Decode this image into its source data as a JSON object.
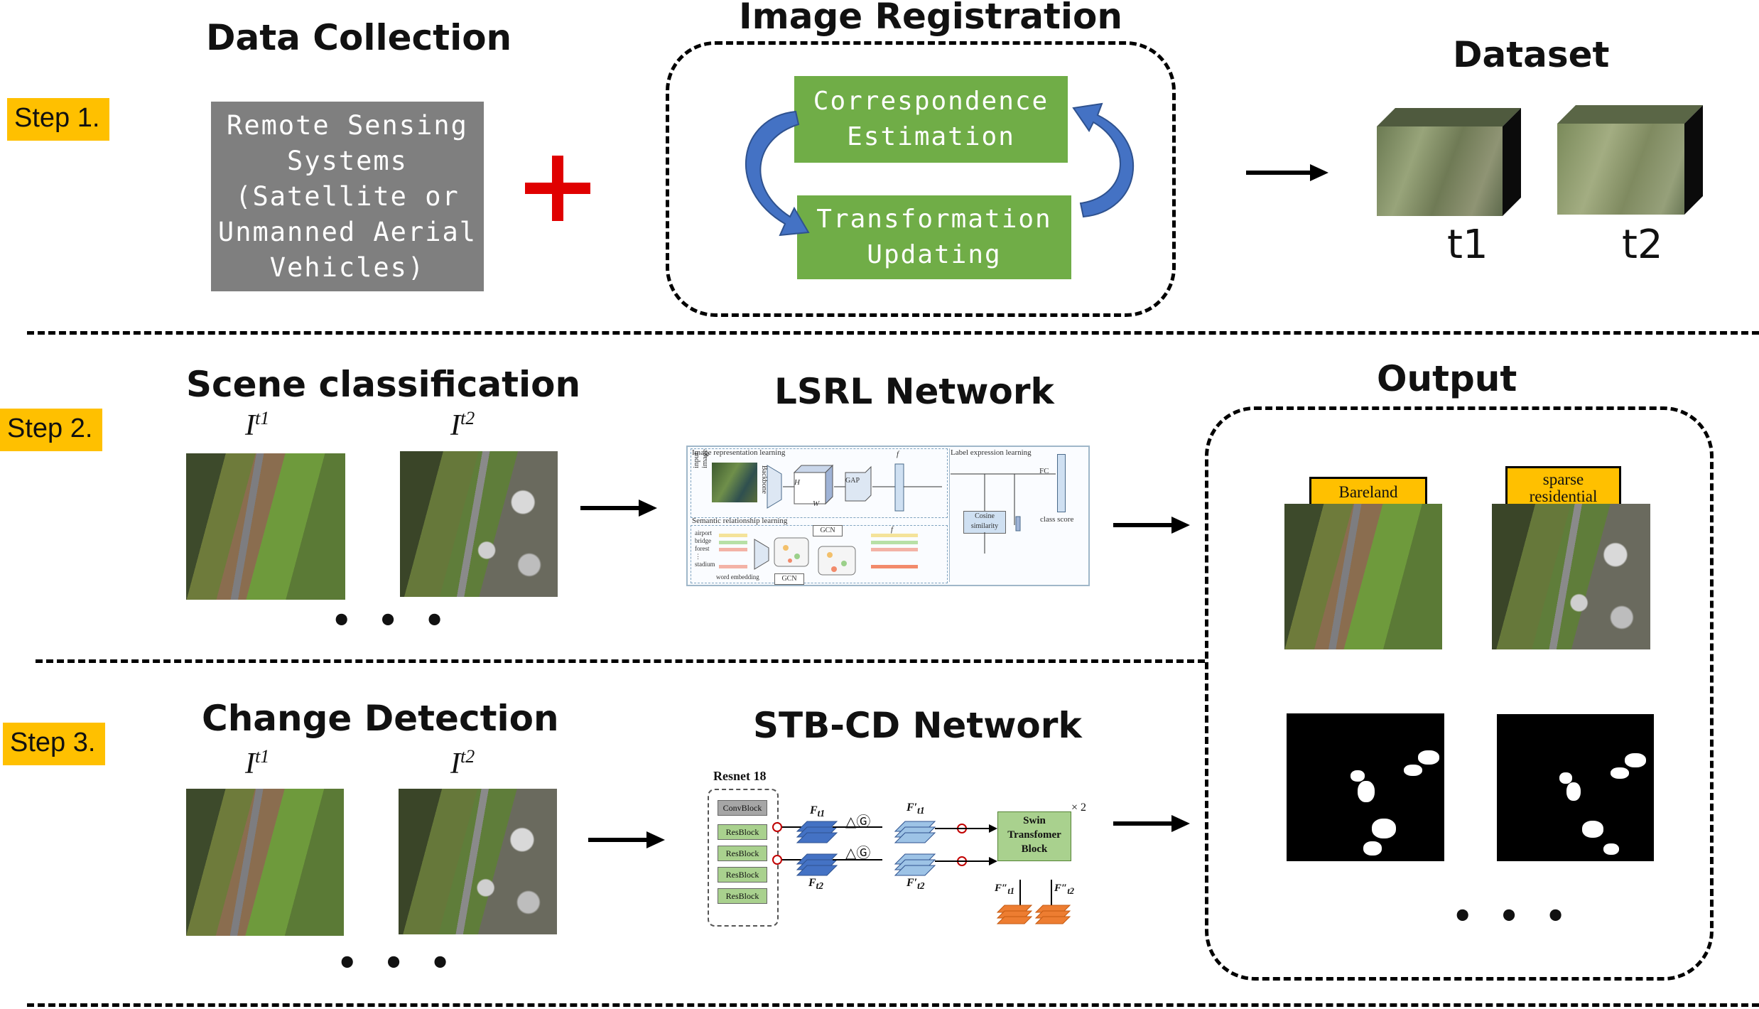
{
  "steps": [
    "Step 1.",
    "Step 2.",
    "Step 3."
  ],
  "section_titles": {
    "data_collection": "Data Collection",
    "image_registration": "Image Registration",
    "dataset": "Dataset",
    "scene_classification": "Scene classification",
    "lsrl_network": "LSRL Network",
    "output": "Output",
    "change_detection": "Change Detection",
    "stbcd_network": "STB-CD Network"
  },
  "data_collection_box": "Remote Sensing\nSystems\n(Satellite or\nUnmanned Aerial\nVehicles)",
  "registration_boxes": {
    "correspondence": "Correspondence\nEstimation",
    "transformation": "Transformation\nUpdating"
  },
  "dataset_labels": [
    "t1",
    "t2"
  ],
  "image_labels": {
    "base": "I",
    "t1": "t1",
    "t2": "t2"
  },
  "ellipsis": "• • •",
  "output_labels": [
    "Bareland",
    "sparse\nresidential"
  ],
  "lsrl_figure": {
    "image_repr": "Image representation learning",
    "label_expr": "Label expression learning",
    "semantic_rel": "Semantic relationship learning",
    "input_image": "input image",
    "backbone": "Backbone",
    "h": "H",
    "w": "W",
    "gap": "GAP",
    "f": "f",
    "fc": "FC",
    "cosine": "Cosine\nsimilarity",
    "class_score": "class score",
    "gcn": "GCN",
    "words": [
      "airport",
      "bridge",
      "forest",
      "⋮",
      "stadium"
    ],
    "word_embedding": "word embedding"
  },
  "stbcd_figure": {
    "resnet": "Resnet 18",
    "conv_block": "ConvBlock",
    "res_block": "ResBlock",
    "ft1": "F",
    "ft2": "F",
    "sub_t1": "t1",
    "sub_t2": "t2",
    "delta_g": "△Ⓖ",
    "swin": "Swin\nTransfomer\nBlock",
    "times2": "× 2"
  },
  "colors": {
    "step_label": "#ffc000",
    "gray_box": "#7f7f7f",
    "green_box": "#70ad47",
    "plus": "#e00000",
    "arrow_blue": "#4472c4"
  }
}
